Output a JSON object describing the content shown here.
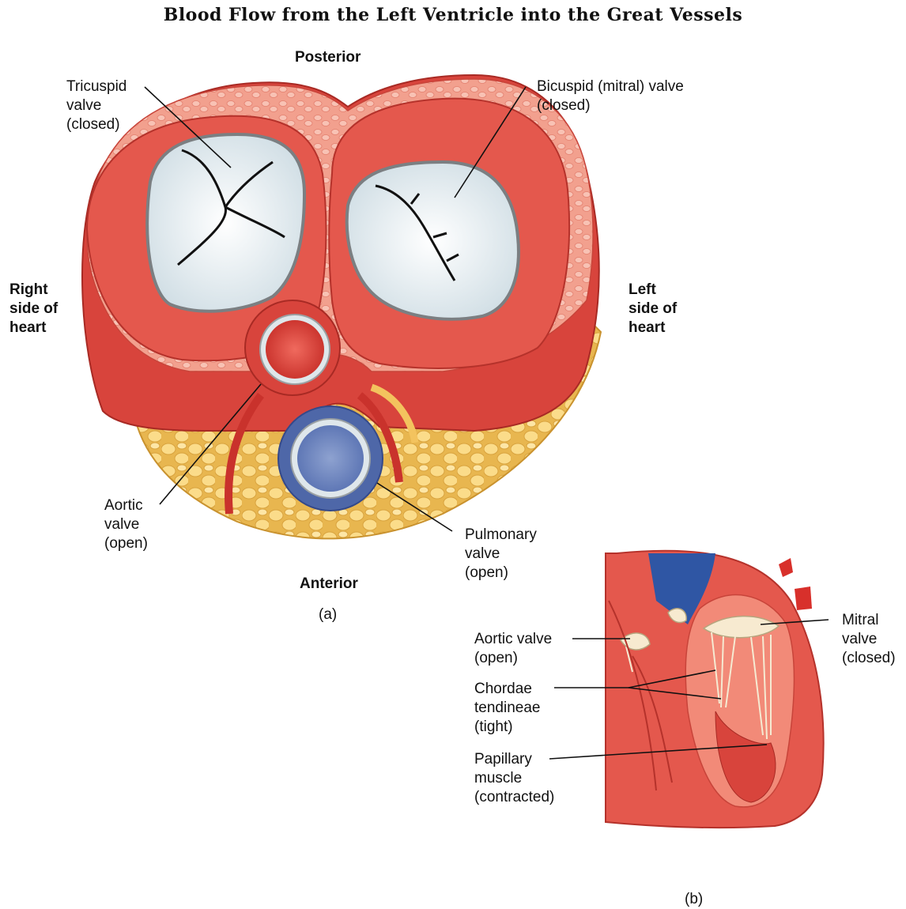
{
  "title": "Blood Flow from the Left Ventricle into the Great Vessels",
  "panel_a": {
    "posterior": "Posterior",
    "anterior": "Anterior",
    "right_side": "Right\nside of\nheart",
    "left_side": "Left\nside of\nheart",
    "tricuspid": "Tricuspid\nvalve\n(closed)",
    "bicuspid": "Bicuspid (mitral) valve\n(closed)",
    "aortic": "Aortic\nvalve\n(open)",
    "pulmonary": "Pulmonary\nvalve\n(open)",
    "caption": "(a)"
  },
  "panel_b": {
    "aortic": "Aortic valve\n(open)",
    "chordae": "Chordae\ntendineae\n(tight)",
    "papillary": "Papillary\nmuscle\n(contracted)",
    "mitral": "Mitral\nvalve\n(closed)",
    "caption": "(b)"
  },
  "colors": {
    "muscle": "#e0574d",
    "muscle_dark": "#c8322c",
    "muscle_light": "#f29a88",
    "fat": "#f7d47a",
    "valve_white": "#e6eef2",
    "pulmonary_blue": "#5b78b8",
    "aorta_red": "#e03a35"
  }
}
